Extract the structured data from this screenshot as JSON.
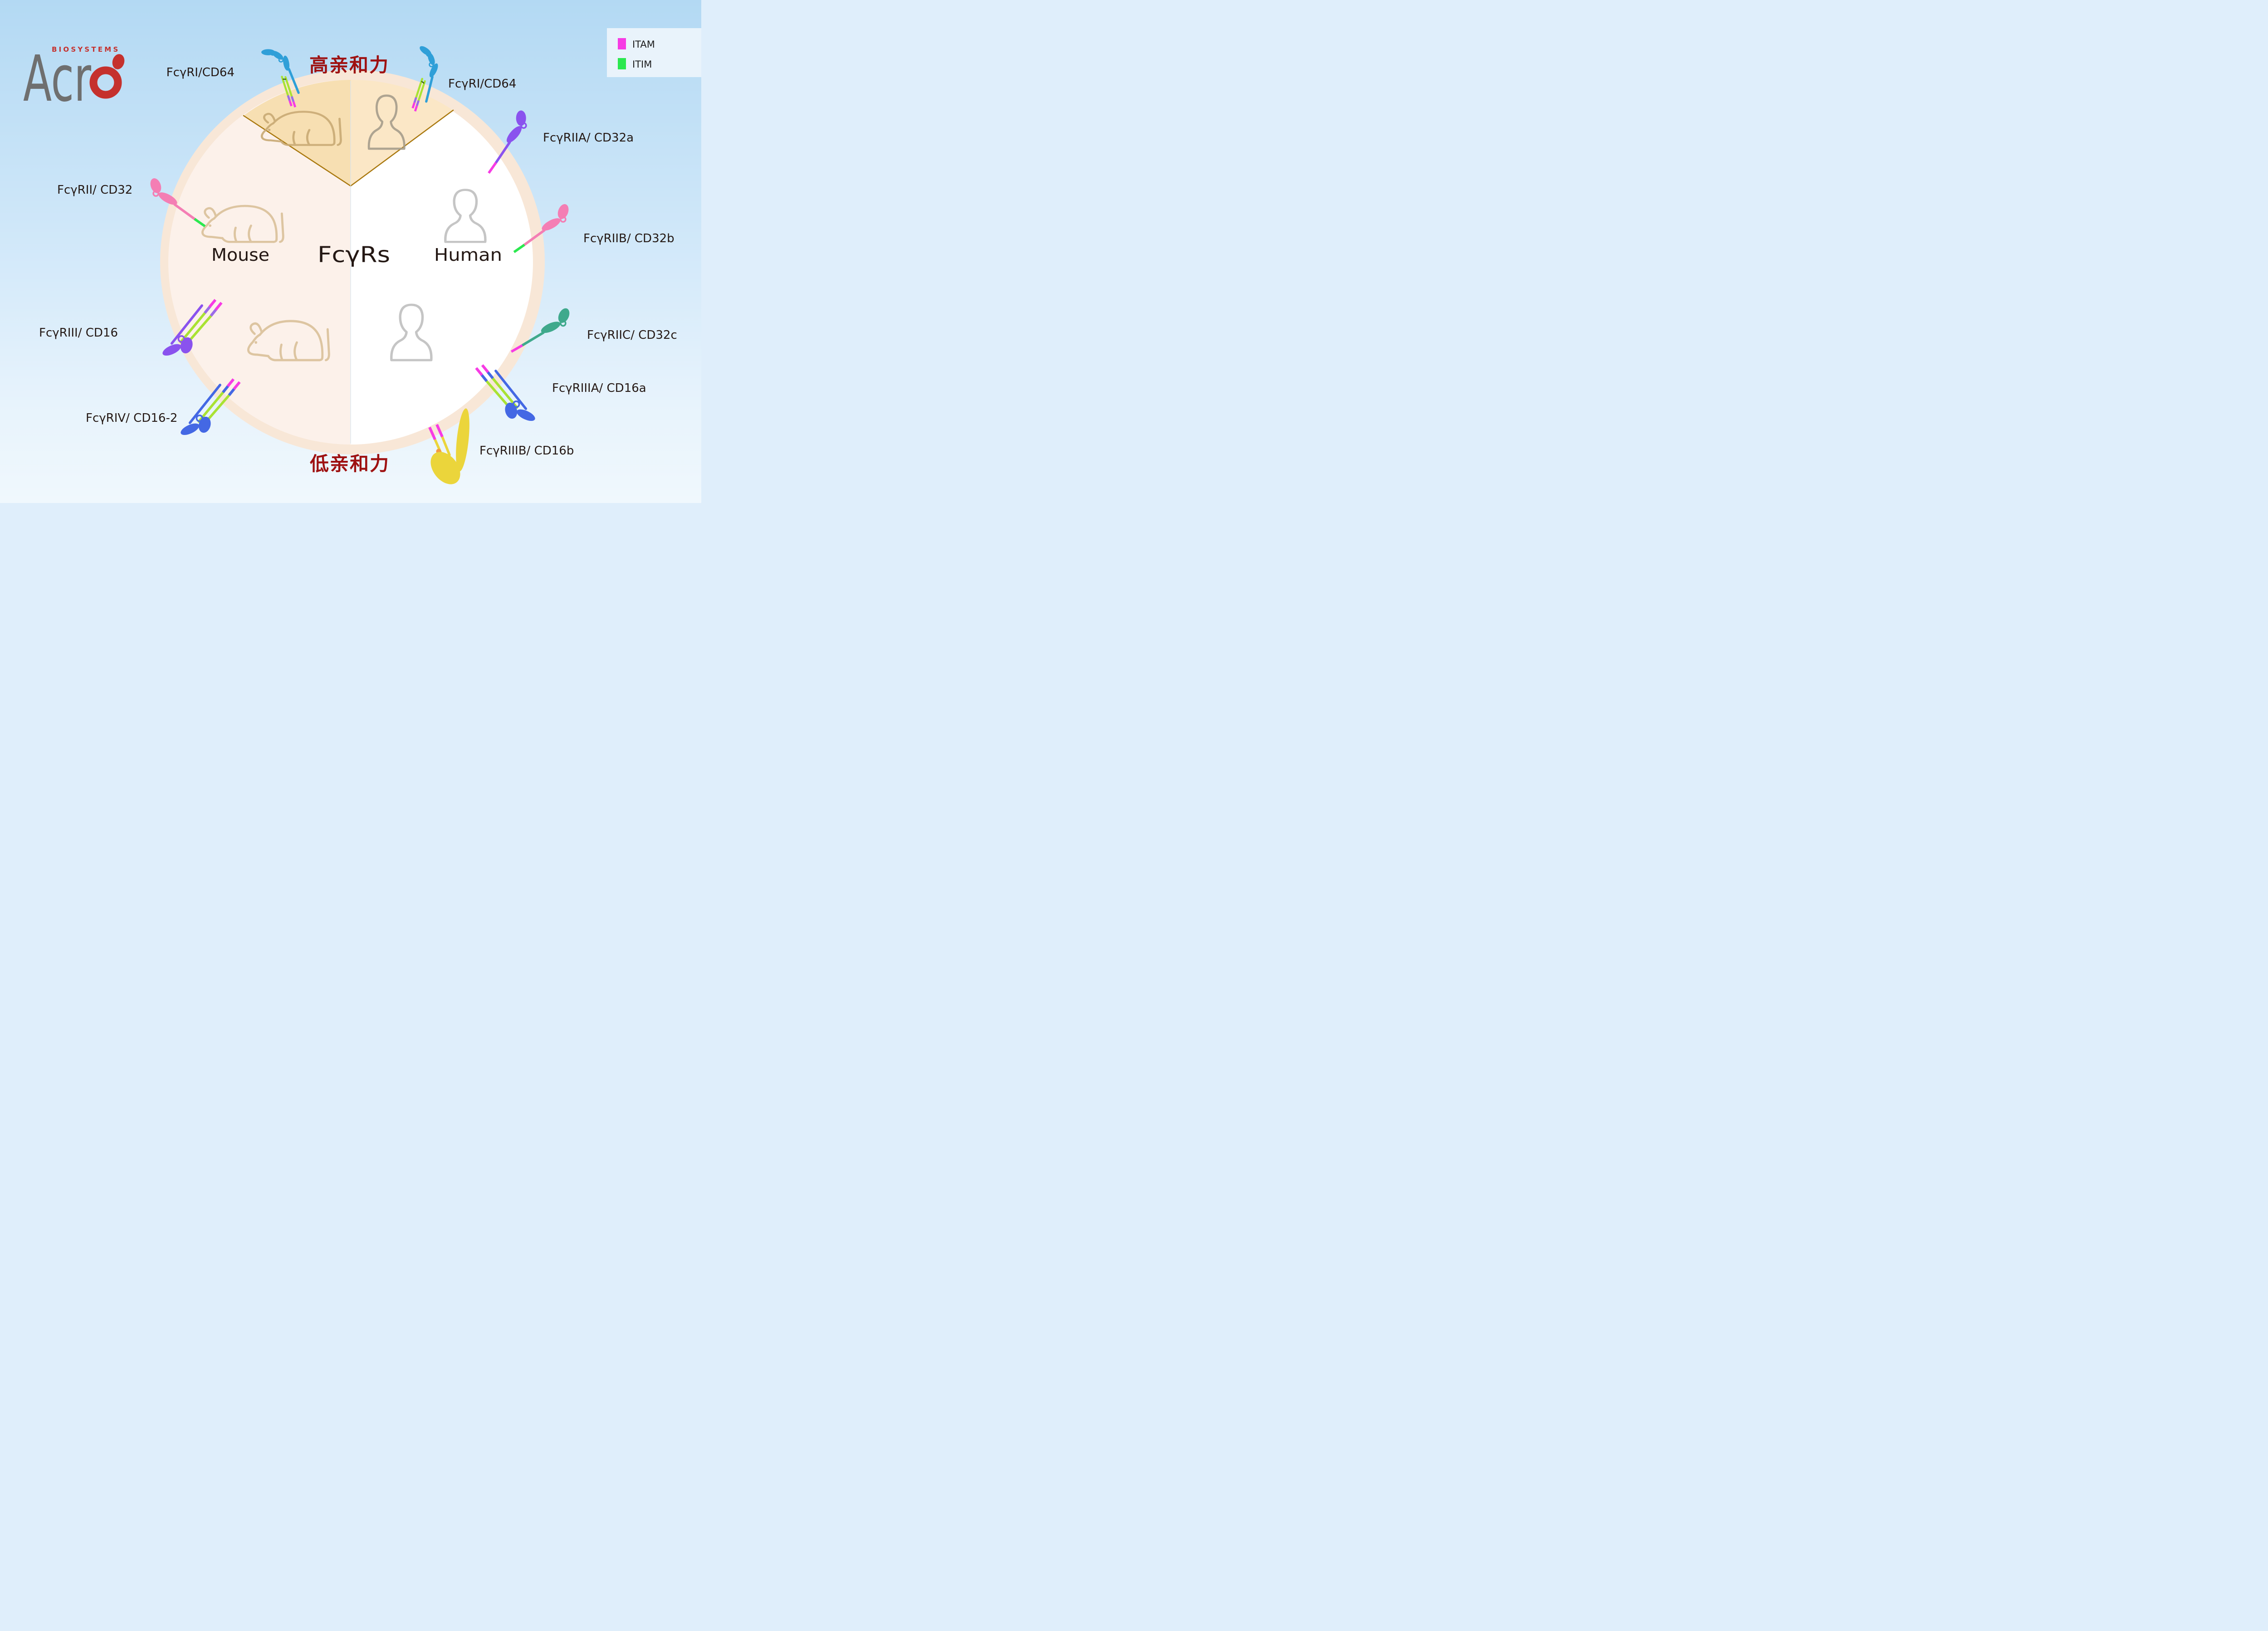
{
  "title_diagram": "FcγRs",
  "colors": {
    "background_top": "#B3D9F3",
    "background_mid": "#CFE7F9",
    "background_low": "#E7F3FC",
    "background_bottom": "#F0F8FD",
    "circle_ring": "#F8E7D7",
    "mouse_half": "#FCF1EA",
    "human_half": "#FFFFFF",
    "wedge_left": "#F7DFB2",
    "wedge_right": "#FBE7C6",
    "wedge_border": "#A9780E",
    "divider": "#D9E6EE",
    "affinity_text": "#9E1111",
    "label_text": "#241814",
    "itam": "#F73BE4",
    "itim": "#2BE84F",
    "gamma_chain": "#A9E233",
    "gamma_link": "#3A650B",
    "receptor_skyblue": "#2F9FD8",
    "receptor_purple": "#8A52EE",
    "receptor_pink": "#F47EB4",
    "receptor_teal": "#3FA98C",
    "receptor_royal": "#4468E4",
    "receptor_yellow": "#EBD53B",
    "tip_purple": "#9B6CE8",
    "gpi_anchor": "#F59B42",
    "ghost_mouse": "#D8BE95",
    "ghost_mouse_wedge": "#C9AA74",
    "ghost_human": "#BFBFBF",
    "ghost_human_wedge": "#A59C8B",
    "legend_bg": "#E9F3FB",
    "logo_gray": "#6F6F6F",
    "logo_red": "#C5312D"
  },
  "logo": {
    "text_gray": "Acr",
    "brand_full": "Acro",
    "subtitle": "BIOSYSTEMS"
  },
  "legend": {
    "items": [
      {
        "label": "ITAM",
        "color": "#F73BE4"
      },
      {
        "label": "ITIM",
        "color": "#2BE84F"
      }
    ]
  },
  "center": {
    "title": "FcγRs",
    "mouse_label": "Mouse",
    "human_label": "Human"
  },
  "affinity": {
    "top": "高亲和力",
    "bottom": "低亲和力"
  },
  "receptors": {
    "mouse": [
      {
        "id": "mouse-fcgri",
        "label": "FcγRI/CD64"
      },
      {
        "id": "mouse-fcgrii",
        "label": "FcγRII/ CD32"
      },
      {
        "id": "mouse-fcgriii",
        "label": "FcγRIII/ CD16"
      },
      {
        "id": "mouse-fcgriv",
        "label": "FcγRIV/ CD16-2"
      }
    ],
    "human": [
      {
        "id": "human-fcgri",
        "label": "FcγRI/CD64"
      },
      {
        "id": "human-fcgriia",
        "label": "FcγRIIA/ CD32a"
      },
      {
        "id": "human-fcgriib",
        "label": "FcγRIIB/ CD32b"
      },
      {
        "id": "human-fcgriic",
        "label": "FcγRIIC/ CD32c"
      },
      {
        "id": "human-fcgriiia",
        "label": "FcγRIIIA/ CD16a"
      },
      {
        "id": "human-fcgriiib",
        "label": "FcγRIIIB/ CD16b"
      }
    ]
  }
}
